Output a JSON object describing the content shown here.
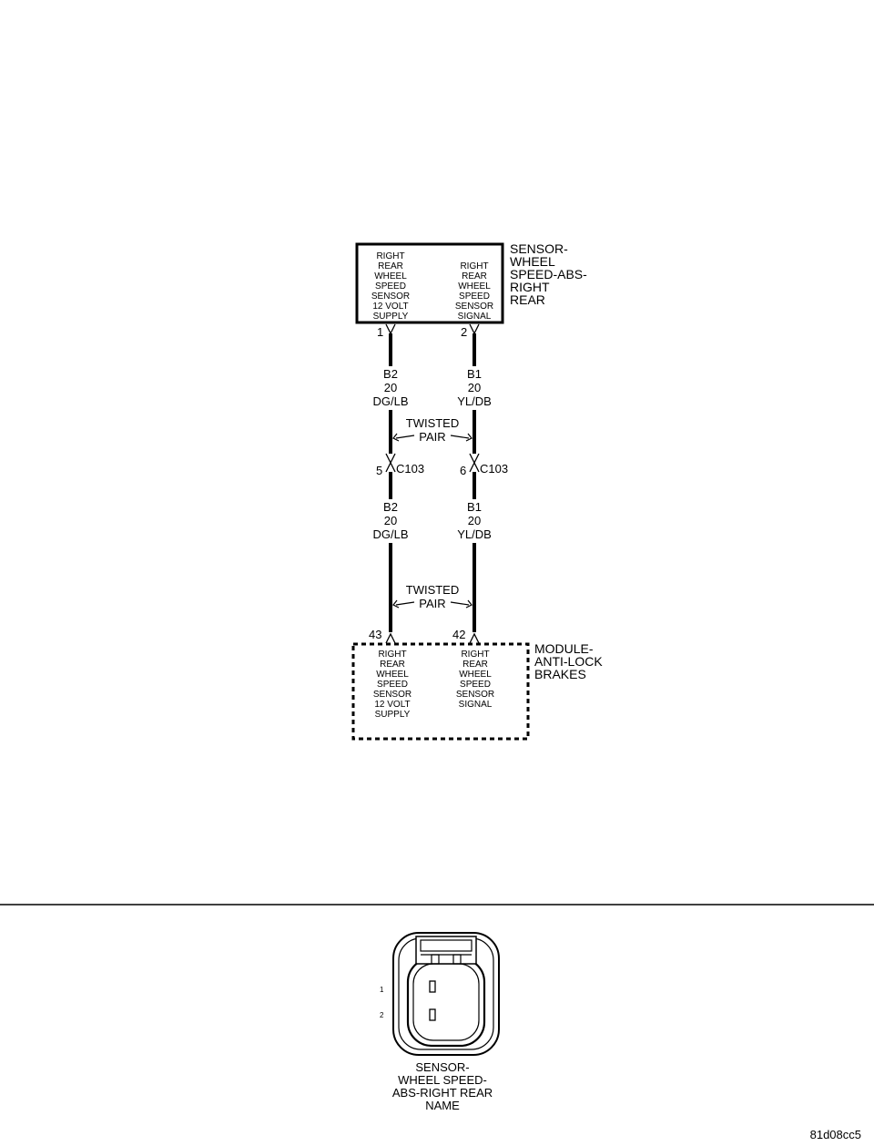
{
  "top_component": {
    "name_lines": [
      "SENSOR-",
      "WHEEL",
      "SPEED-ABS-",
      "RIGHT",
      "REAR"
    ],
    "pins": [
      {
        "number": "1",
        "label_lines": [
          "RIGHT",
          "REAR",
          "WHEEL",
          "SPEED",
          "SENSOR",
          "12 VOLT",
          "SUPPLY"
        ]
      },
      {
        "number": "2",
        "label_lines": [
          "RIGHT",
          "REAR",
          "WHEEL",
          "SPEED",
          "SENSOR",
          "SIGNAL"
        ]
      }
    ]
  },
  "upper_wires": [
    {
      "circuit": "B2",
      "gauge": "20",
      "color": "DG/LB"
    },
    {
      "circuit": "B1",
      "gauge": "20",
      "color": "YL/DB"
    }
  ],
  "twisted_pair_upper": [
    "TWISTED",
    "PAIR"
  ],
  "connector_c103": {
    "name": "C103",
    "pins": [
      "5",
      "6"
    ]
  },
  "lower_wires": [
    {
      "circuit": "B2",
      "gauge": "20",
      "color": "DG/LB"
    },
    {
      "circuit": "B1",
      "gauge": "20",
      "color": "YL/DB"
    }
  ],
  "twisted_pair_lower": [
    "TWISTED",
    "PAIR"
  ],
  "bottom_component": {
    "name_lines": [
      "MODULE-",
      "ANTI-LOCK",
      "BRAKES"
    ],
    "pins": [
      {
        "number": "43",
        "label_lines": [
          "RIGHT",
          "REAR",
          "WHEEL",
          "SPEED",
          "SENSOR",
          "12 VOLT",
          "SUPPLY"
        ]
      },
      {
        "number": "42",
        "label_lines": [
          "RIGHT",
          "REAR",
          "WHEEL",
          "SPEED",
          "SENSOR",
          "SIGNAL"
        ]
      }
    ]
  },
  "connector_view": {
    "pin_labels": [
      "1",
      "2"
    ],
    "caption_lines": [
      "SENSOR-",
      "WHEEL SPEED-",
      "ABS-RIGHT REAR",
      "NAME"
    ]
  },
  "figure_id": "81d08cc5"
}
